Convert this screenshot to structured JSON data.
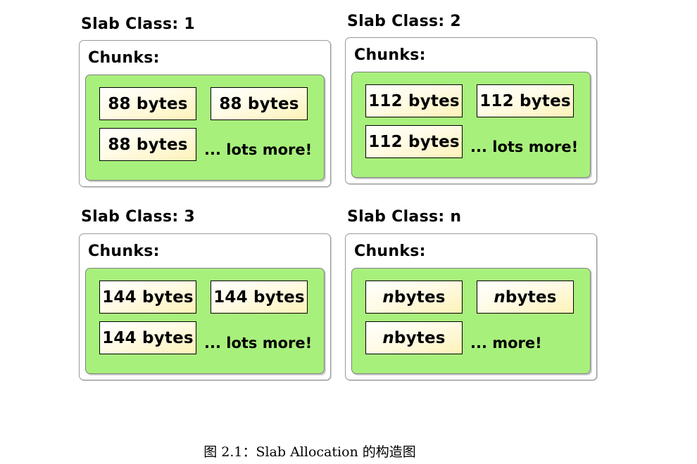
{
  "slab_classes": [
    {
      "title": "Slab Class: 1",
      "chunks_label": "Chunks:",
      "chunks": [
        "88 bytes",
        "88 bytes",
        "88 bytes"
      ],
      "more": "... lots more!"
    },
    {
      "title": "Slab Class: 2",
      "chunks_label": "Chunks:",
      "chunks": [
        "112 bytes",
        "112 bytes",
        "112 bytes"
      ],
      "more": "... lots more!"
    },
    {
      "title": "Slab Class: 3",
      "chunks_label": "Chunks:",
      "chunks": [
        "144 bytes",
        "144 bytes",
        "144 bytes"
      ],
      "more": "... lots more!"
    },
    {
      "title": "Slab Class: n",
      "chunks_label": "Chunks:",
      "chunks": [
        "n bytes",
        "n bytes",
        "n bytes"
      ],
      "more": "... more!"
    }
  ],
  "caption": "图 2.1：Slab Allocation 的构造图",
  "colors": {
    "chunk_area": "#a8f07c",
    "chunk_fill": "#fdf2b8",
    "border": "#9a9a9a"
  }
}
